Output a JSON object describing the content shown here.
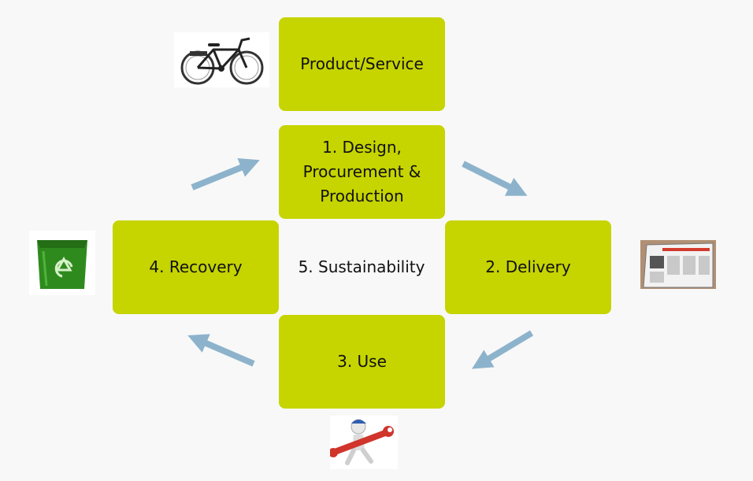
{
  "diagram": {
    "product_service": "Product/Service",
    "step1": "1. Design, Procurement & Production",
    "step2": "2. Delivery",
    "step3": "3. Use",
    "step4": "4. Recovery",
    "center": "5. Sustainability"
  },
  "colors": {
    "box": "#c6d400",
    "arrow": "#8db3cc",
    "background": "#f8f8f8"
  },
  "icons": {
    "product": "bicycle-icon",
    "delivery": "newspaper-tablet-icon",
    "use": "mechanic-wrench-icon",
    "recovery": "recycle-bin-icon"
  }
}
